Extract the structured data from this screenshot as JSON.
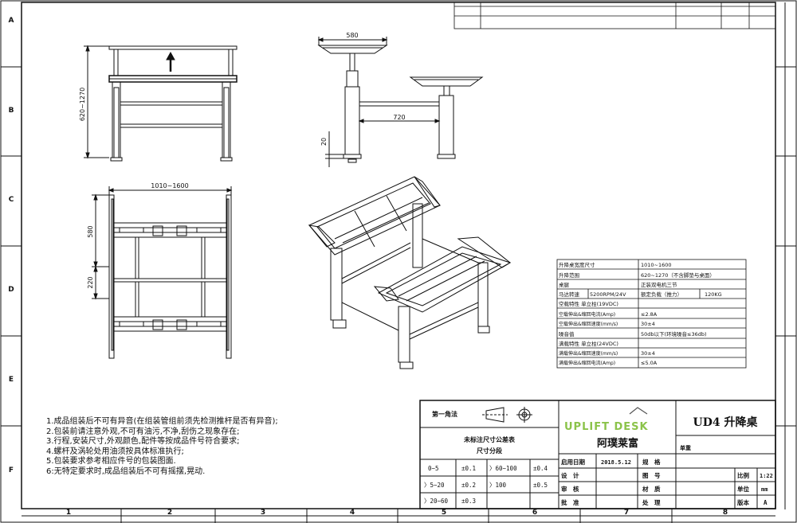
{
  "frame": {
    "row_letters": [
      "A",
      "B",
      "C",
      "D",
      "E",
      "F"
    ],
    "col_numbers": [
      "1",
      "2",
      "3",
      "4",
      "5",
      "6",
      "7",
      "8"
    ]
  },
  "dimensions": {
    "width_top": "580",
    "height_range": "620~1270",
    "span_middle": "720",
    "clearance": "20",
    "width_range": "1010~1600",
    "depth_plan": "580",
    "offset_plan": "220"
  },
  "spec_table": [
    {
      "label": "升降桌宽度尺寸",
      "value": "1010~1600"
    },
    {
      "label": "升降范围",
      "value": "620~1270（不含脚垫与桌面）"
    },
    {
      "label": "桌腿",
      "value": "正装双电机三节"
    },
    {
      "label": "马达转速",
      "value": "5200RPM/24V",
      "label2": "额定负载（推力）",
      "value2": "120KG"
    },
    {
      "label": "空载特性 单立柱(19VDC)",
      "value": ""
    },
    {
      "label": "空载伸出&缩回电流(Amp)",
      "value": "≤2.8A"
    },
    {
      "label": "空载伸出&缩回速度(mm/s)",
      "value": "30±4"
    },
    {
      "label": "噪音值",
      "value": "50db以下(环境噪音≤36db)"
    },
    {
      "label": "满载特性 单立柱(24VDC)",
      "value": ""
    },
    {
      "label": "满载伸出&缩回速度(mm/s)",
      "value": "30±4"
    },
    {
      "label": "满载伸出&缩回电流(Amp)",
      "value": "≤5.0A"
    }
  ],
  "notes": [
    "1.成品组装后不可有异音(在组装管组前须先检测推杆是否有异音);",
    "2.包装前请注意外观,不可有油污,不净,刮伤之现象存在;",
    "3.行程,安装尺寸,外观颜色,配件等按成品件号符合要求;",
    "4.螺杆及涡轮处用油须按具体标准执行;",
    "5.包装要求参考相应件号的包装图面.",
    "6:无特定要求时,成品组装后不可有摇摆,晃动."
  ],
  "title_block": {
    "projection": "第一角法",
    "tol_title1": "未标注尺寸公差表",
    "tol_title2": "尺寸分段",
    "tolerances": [
      [
        "0~5",
        "±0.1",
        "〉60~100",
        "±0.4"
      ],
      [
        "〉5~20",
        "±0.2",
        "〉100",
        "±0.5"
      ],
      [
        "〉20~60",
        "±0.3",
        "",
        ""
      ]
    ],
    "brand": "UPLIFT DESK",
    "company": "阿璞莱富",
    "product": "UD4 升降桌",
    "unit_weight_label": "单重",
    "rows": [
      [
        "启用日期",
        "2018.5.12",
        "规　格"
      ],
      [
        "设　计",
        "",
        "图　号"
      ],
      [
        "审　核",
        "",
        "材　质"
      ],
      [
        "批　准",
        "",
        "处　理"
      ]
    ],
    "scale_label": "比例",
    "scale_value": "1:22",
    "unit_label": "单位",
    "unit_value": "mm",
    "version_label": "版本",
    "version_value": "A"
  },
  "colors": {
    "line": "#111111",
    "brand": "#8bc34a",
    "brand_dark": "#555555"
  }
}
